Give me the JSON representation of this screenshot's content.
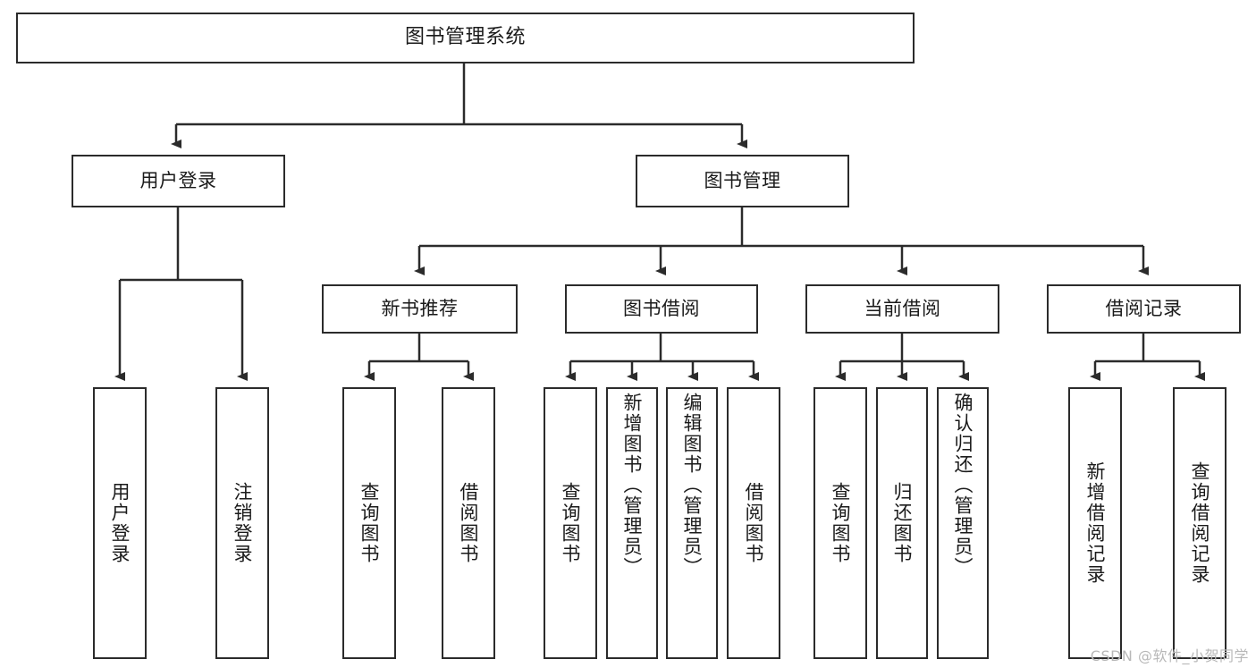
{
  "diagram": {
    "title": "图书管理系统",
    "watermark": "CSDN @软件_小贺同学",
    "root": {
      "label": "图书管理系统"
    },
    "level2": [
      {
        "label": "用户登录"
      },
      {
        "label": "图书管理"
      }
    ],
    "level3": [
      {
        "label": "新书推荐"
      },
      {
        "label": "图书借阅"
      },
      {
        "label": "当前借阅"
      },
      {
        "label": "借阅记录"
      }
    ],
    "leaves": {
      "user_login": [
        {
          "label": "用户登录"
        },
        {
          "label": "注销登录"
        }
      ],
      "new_book_recommend": [
        {
          "label": "查询图书"
        },
        {
          "label": "借阅图书"
        }
      ],
      "book_borrow": [
        {
          "label": "查询图书"
        },
        {
          "label": "新增图书（管理员）"
        },
        {
          "label": "编辑图书（管理员）"
        },
        {
          "label": "借阅图书"
        }
      ],
      "current_borrow": [
        {
          "label": "查询图书"
        },
        {
          "label": "归还图书"
        },
        {
          "label": "确认归还（管理员）"
        }
      ],
      "borrow_record": [
        {
          "label": "新增借阅记录"
        },
        {
          "label": "查询借阅记录"
        }
      ]
    },
    "colors": {
      "stroke": "#2b2b2b",
      "background": "#ffffff",
      "text": "#1a1a1a",
      "watermark": "#b8b8b8"
    }
  }
}
